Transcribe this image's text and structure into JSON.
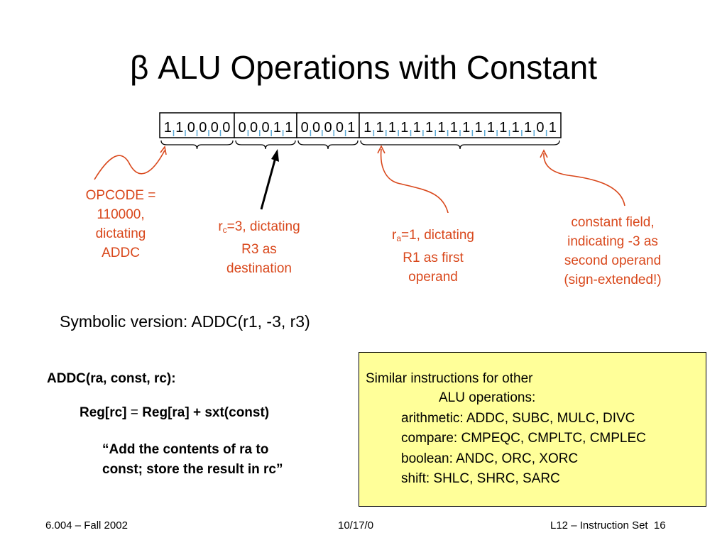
{
  "title": "β ALU Operations with Constant",
  "bitfields": {
    "opcode": [
      "1",
      "1",
      "0",
      "0",
      "0",
      "0"
    ],
    "rc": [
      "0",
      "0",
      "0",
      "1",
      "1"
    ],
    "ra": [
      "0",
      "0",
      "0",
      "0",
      "1"
    ],
    "constant": [
      "1",
      "1",
      "1",
      "1",
      "1",
      "1",
      "1",
      "1",
      "1",
      "1",
      "1",
      "1",
      "1",
      "1",
      "0",
      "1"
    ]
  },
  "annotations": {
    "opcode": [
      "OPCODE =",
      "110000,",
      "dictating",
      "ADDC"
    ],
    "rc": {
      "sym": "r",
      "sub": "c",
      "rest": "=3, dictating",
      "line2": "R3 as",
      "line3": "destination"
    },
    "ra": {
      "sym": "r",
      "sub": "a",
      "rest": "=1, dictating",
      "line2": "R1 as first",
      "line3": "operand"
    },
    "constant": [
      "constant field,",
      "indicating -3 as",
      "second operand",
      "(sign-extended!)"
    ]
  },
  "symbolic": "Symbolic version: ADDC(r1, -3, r3)",
  "addc": {
    "heading": "ADDC(ra, const, rc):",
    "eq_left": "Reg[rc]",
    "eq_sign": "=",
    "eq_right": "Reg[ra] + sxt(const)",
    "quote_line1": "“Add the contents of ra to",
    "quote_line2": "const; store the result in rc”"
  },
  "similar_box": {
    "line1": "Similar instructions for other",
    "line2": "ALU operations:",
    "items": [
      "arithmetic: ADDC, SUBC, MULC, DIVC",
      "compare: CMPEQC, CMPLTC, CMPLEC",
      "boolean: ANDC, ORC, XORC",
      "shift: SHLC, SHRC, SARC"
    ]
  },
  "footer": {
    "left": "6.004 – Fall 2002",
    "center": "10/17/0",
    "right": "L12 – Instruction Set  16"
  },
  "colors": {
    "accent": "#d9481c",
    "box_fill": "#ffff99",
    "tick": "#5aa9d6"
  }
}
